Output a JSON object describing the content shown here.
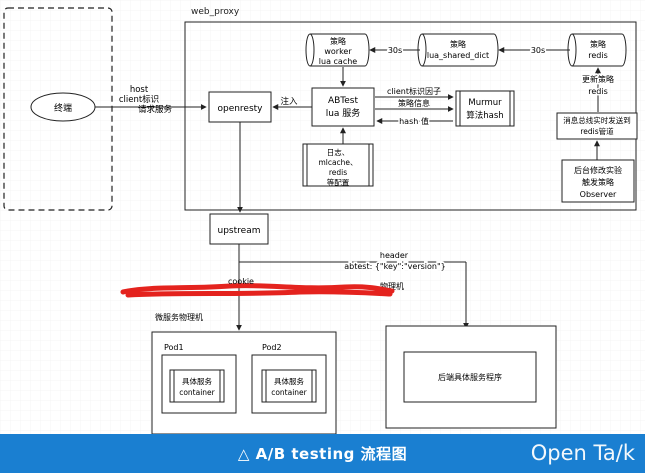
{
  "web_proxy": "web_proxy",
  "terminal": "终端",
  "host_label": "host",
  "client_id_label": "client标识",
  "request_service_label": "请求服务",
  "openresty": "openresty",
  "inject_label": "注入",
  "abtest": [
    "ABTest",
    "lua 服务"
  ],
  "worker_cache": [
    "策略",
    "worker",
    "lua cache"
  ],
  "shared_dict": [
    "策略",
    "lua_shared_dict"
  ],
  "redis_cylinder": [
    "策略",
    "redis"
  ],
  "interval_1": "30s",
  "interval_2": "30s",
  "update_strategy": [
    "更新策略",
    "redis"
  ],
  "message_bus": [
    "消息总线实时发送到",
    "redis管道"
  ],
  "observer": [
    "后台修改实验",
    "触发策略",
    "Observer"
  ],
  "client_factor": "client标识因子",
  "strategy_info": "策略信息",
  "hash_value": "hash 值",
  "murmur": [
    "Murmur",
    "算法hash"
  ],
  "config": [
    "日志、",
    "mlcache、",
    "redis",
    "等配置"
  ],
  "upstream": "upstream",
  "header_label": "header",
  "abtest_header": "abtest: {\"key\":\"version\"}",
  "cookie_label": "cookie",
  "physical_machine": "物理机",
  "micro_service_machine": "微服务物理机",
  "pod1": "Pod1",
  "pod2": "Pod2",
  "container1": [
    "具体服务",
    "container"
  ],
  "container2": [
    "具体服务",
    "container"
  ],
  "backend_service": "后端具体服务程序",
  "footer_caption": "△ A/B testing 流程图",
  "footer_brand": "Open Ta/k",
  "colors": {
    "footer_bg": "#1a7fd1",
    "scribble": "#e4231e",
    "line": "#222222"
  }
}
